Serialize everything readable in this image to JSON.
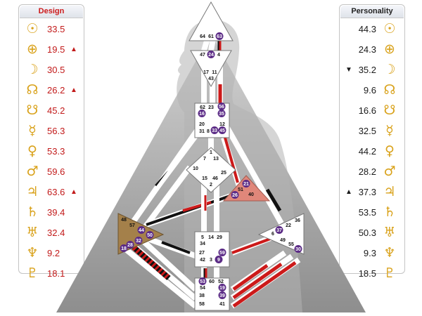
{
  "design": {
    "title": "Design",
    "rows": [
      {
        "planet": "sun-icon",
        "glyph": "☉",
        "value": "33.5",
        "mark": ""
      },
      {
        "planet": "earth-icon",
        "glyph": "⊕",
        "value": "19.5",
        "mark": "▲"
      },
      {
        "planet": "moon-icon",
        "glyph": "☽",
        "value": "30.5",
        "mark": ""
      },
      {
        "planet": "north-node-icon",
        "glyph": "☊",
        "value": "26.2",
        "mark": "▲"
      },
      {
        "planet": "south-node-icon",
        "glyph": "☋",
        "value": "45.2",
        "mark": ""
      },
      {
        "planet": "mercury-icon",
        "glyph": "☿",
        "value": "56.3",
        "mark": ""
      },
      {
        "planet": "venus-icon",
        "glyph": "♀",
        "value": "53.3",
        "mark": ""
      },
      {
        "planet": "mars-icon",
        "glyph": "♂",
        "value": "59.6",
        "mark": ""
      },
      {
        "planet": "jupiter-icon",
        "glyph": "♃",
        "value": "63.6",
        "mark": "▲"
      },
      {
        "planet": "saturn-icon",
        "glyph": "♄",
        "value": "39.4",
        "mark": ""
      },
      {
        "planet": "uranus-icon",
        "glyph": "♅",
        "value": "32.4",
        "mark": ""
      },
      {
        "planet": "neptune-icon",
        "glyph": "♆",
        "value": "9.2",
        "mark": ""
      },
      {
        "planet": "pluto-icon",
        "glyph": "♇",
        "value": "18.1",
        "mark": ""
      }
    ]
  },
  "personality": {
    "title": "Personality",
    "rows": [
      {
        "planet": "sun-icon",
        "glyph": "☉",
        "value": "44.3",
        "mark": ""
      },
      {
        "planet": "earth-icon",
        "glyph": "⊕",
        "value": "24.3",
        "mark": ""
      },
      {
        "planet": "moon-icon",
        "glyph": "☽",
        "value": "35.2",
        "mark": "▼"
      },
      {
        "planet": "north-node-icon",
        "glyph": "☊",
        "value": "9.6",
        "mark": ""
      },
      {
        "planet": "south-node-icon",
        "glyph": "☋",
        "value": "16.6",
        "mark": ""
      },
      {
        "planet": "mercury-icon",
        "glyph": "☿",
        "value": "32.5",
        "mark": ""
      },
      {
        "planet": "venus-icon",
        "glyph": "♀",
        "value": "44.2",
        "mark": ""
      },
      {
        "planet": "mars-icon",
        "glyph": "♂",
        "value": "28.2",
        "mark": ""
      },
      {
        "planet": "jupiter-icon",
        "glyph": "♃",
        "value": "37.3",
        "mark": "▲"
      },
      {
        "planet": "saturn-icon",
        "glyph": "♄",
        "value": "53.5",
        "mark": ""
      },
      {
        "planet": "uranus-icon",
        "glyph": "♅",
        "value": "50.3",
        "mark": ""
      },
      {
        "planet": "neptune-icon",
        "glyph": "♆",
        "value": "9.3",
        "mark": ""
      },
      {
        "planet": "pluto-icon",
        "glyph": "♇",
        "value": "18.5",
        "mark": ""
      }
    ]
  },
  "colors": {
    "design_red": "#cc1a1a",
    "personality_black": "#111111",
    "defined_center_brown": "#a4804a",
    "defined_center_salmon": "#e0877a",
    "gate_circle_purple": "#5b2b86",
    "silhouette_gray": "#aaaaaa"
  },
  "centers": {
    "head": {
      "gates": [
        "64",
        "61",
        "63"
      ]
    },
    "ajna": {
      "gates": [
        "47",
        "24",
        "4",
        "17",
        "11",
        "43"
      ]
    },
    "throat": {
      "gates": [
        "62",
        "23",
        "56",
        "16",
        "35",
        "20",
        "12",
        "31",
        "8",
        "33",
        "45"
      ]
    },
    "g": {
      "gates": [
        "1",
        "7",
        "13",
        "10",
        "25",
        "15",
        "46",
        "2"
      ]
    },
    "ego": {
      "gates": [
        "21",
        "51",
        "26",
        "40"
      ]
    },
    "spleen": {
      "gates": [
        "48",
        "57",
        "44",
        "50",
        "32",
        "28",
        "18"
      ]
    },
    "solar_plexus": {
      "gates": [
        "36",
        "22",
        "37",
        "6",
        "49",
        "55",
        "30"
      ]
    },
    "sacral": {
      "gates": [
        "5",
        "14",
        "29",
        "34",
        "27",
        "59",
        "42",
        "3",
        "9"
      ]
    },
    "root": {
      "gates": [
        "53",
        "60",
        "52",
        "54",
        "19",
        "38",
        "39",
        "58",
        "41"
      ]
    }
  }
}
